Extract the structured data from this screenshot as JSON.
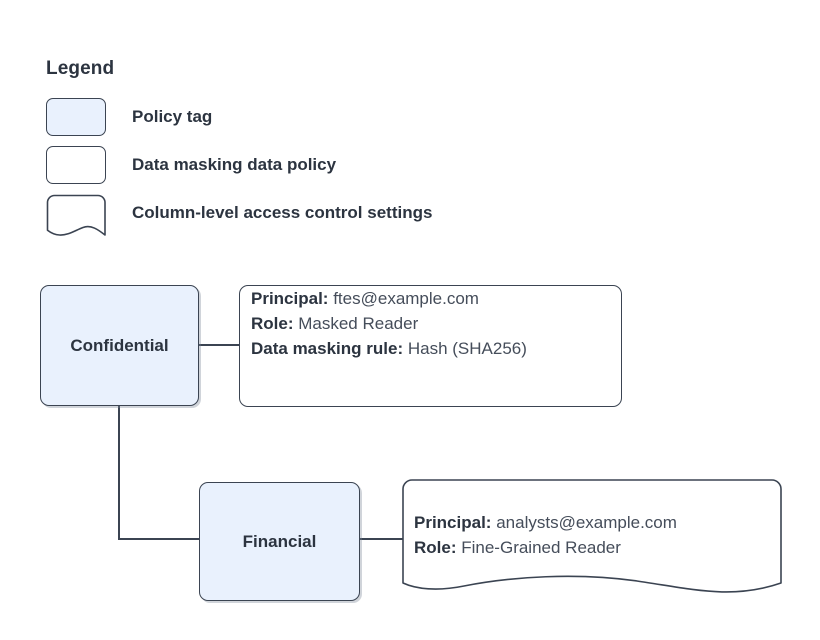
{
  "legend": {
    "title": "Legend",
    "items": [
      {
        "shape": "rounded-rect-filled",
        "label": "Policy tag",
        "fill": "#e9f1fd"
      },
      {
        "shape": "rounded-rect",
        "label": "Data masking data policy",
        "fill": "#ffffff"
      },
      {
        "shape": "wave-bottom-rect",
        "label": "Column-level access control settings",
        "fill": "#ffffff"
      }
    ]
  },
  "diagram": {
    "nodes": [
      {
        "id": "confidential",
        "label": "Confidential"
      },
      {
        "id": "financial",
        "label": "Financial"
      }
    ],
    "callouts": [
      {
        "id": "confidential-policy",
        "shape": "rounded-rect",
        "lines": [
          {
            "key": "Principal:",
            "value": "ftes@example.com"
          },
          {
            "key": "Role:",
            "value": "Masked Reader"
          },
          {
            "key": "Data masking rule:",
            "value": "Hash (SHA256)"
          }
        ]
      },
      {
        "id": "financial-policy",
        "shape": "wave-bottom-rect",
        "lines": [
          {
            "key": "Principal:",
            "value": "analysts@example.com"
          },
          {
            "key": "Role:",
            "value": "Fine-Grained Reader"
          }
        ]
      }
    ],
    "edges": [
      {
        "from": "confidential",
        "to": "confidential-policy"
      },
      {
        "from": "confidential",
        "to": "financial"
      },
      {
        "from": "financial",
        "to": "financial-policy"
      }
    ]
  },
  "colors": {
    "node_fill": "#e9f1fd",
    "stroke": "#3b4452",
    "text": "#2c3440",
    "value_text": "#454d5a",
    "background": "#ffffff"
  }
}
